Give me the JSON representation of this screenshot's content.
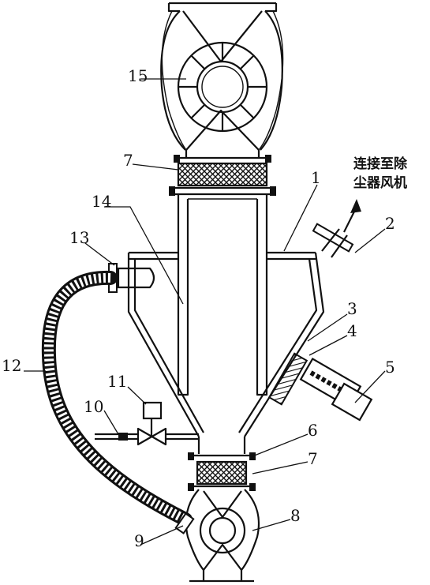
{
  "annotation": {
    "line1": "连接至除",
    "line2": "尘器风机"
  },
  "labels": {
    "l1": "1",
    "l2": "2",
    "l3": "3",
    "l4": "4",
    "l5": "5",
    "l6": "6",
    "l7a": "7",
    "l7b": "7",
    "l8": "8",
    "l9": "9",
    "l10": "10",
    "l11": "11",
    "l12": "12",
    "l13": "13",
    "l14": "14",
    "l15": "15"
  }
}
